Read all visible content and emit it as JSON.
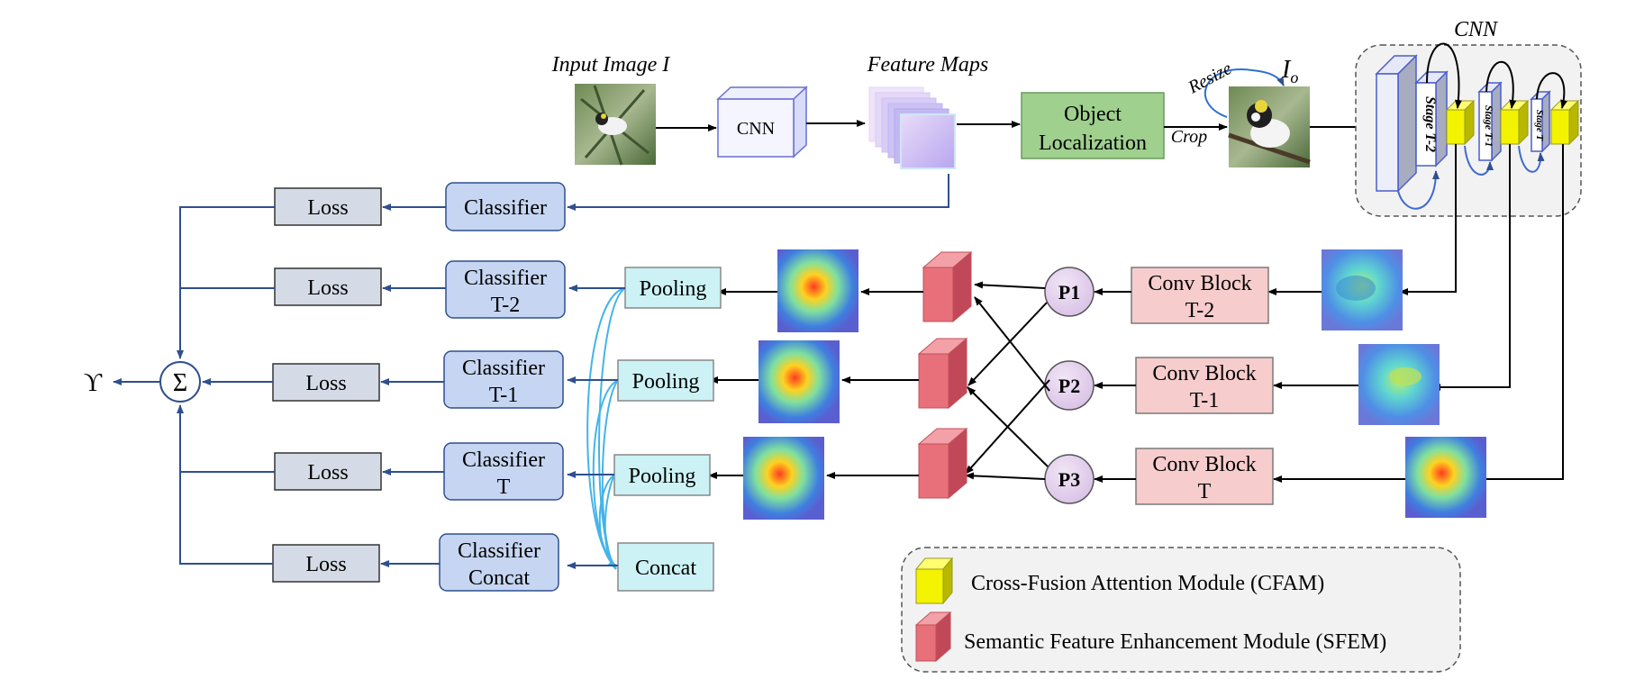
{
  "top": {
    "input_label": "Input Image I",
    "cnn_label": "CNN",
    "feature_maps_label": "Feature Maps",
    "object_localization_line1": "Object",
    "object_localization_line2": "Localization",
    "resize_label": "Resize",
    "crop_label": "Crop",
    "io_label_main": "I",
    "io_label_sub": "o"
  },
  "backbone": {
    "title": "CNN",
    "stages": [
      "Stage T-2",
      "Stage T-1",
      "Stage T"
    ]
  },
  "heads": {
    "losses": [
      "Loss",
      "Loss",
      "Loss",
      "Loss",
      "Loss"
    ],
    "classifiers": [
      {
        "line1": "Classifier",
        "line2": ""
      },
      {
        "line1": "Classifier",
        "line2": "T-2"
      },
      {
        "line1": "Classifier",
        "line2": "T-1"
      },
      {
        "line1": "Classifier",
        "line2": "T"
      },
      {
        "line1": "Classifier",
        "line2": "Concat"
      }
    ],
    "poolings": [
      "Pooling",
      "Pooling",
      "Pooling"
    ],
    "concat": "Concat",
    "sum_symbol": "Σ",
    "output_symbol": "ϒ"
  },
  "branches": {
    "p_nodes": [
      "P1",
      "P2",
      "P3"
    ],
    "conv_blocks": [
      {
        "line1": "Conv Block",
        "line2": "T-2"
      },
      {
        "line1": "Conv Block",
        "line2": "T-1"
      },
      {
        "line1": "Conv Block",
        "line2": "T"
      }
    ]
  },
  "legend": {
    "cfam": "Cross-Fusion Attention Module (CFAM)",
    "sfem": "Semantic Feature Enhancement Module (SFEM)"
  },
  "colors": {
    "loss_fill": "#d5dbe6",
    "classifier_fill": "#c6d6f2",
    "pooling_fill": "#ccf2f5",
    "conv_fill": "#f6cccc",
    "p_fill": "#e6d2ec",
    "loc_fill": "#9fd08e",
    "cfam": "#f3f300",
    "sfem": "#e8707a",
    "line": "#2f4f8f",
    "cyan_line": "#44b4e8"
  }
}
